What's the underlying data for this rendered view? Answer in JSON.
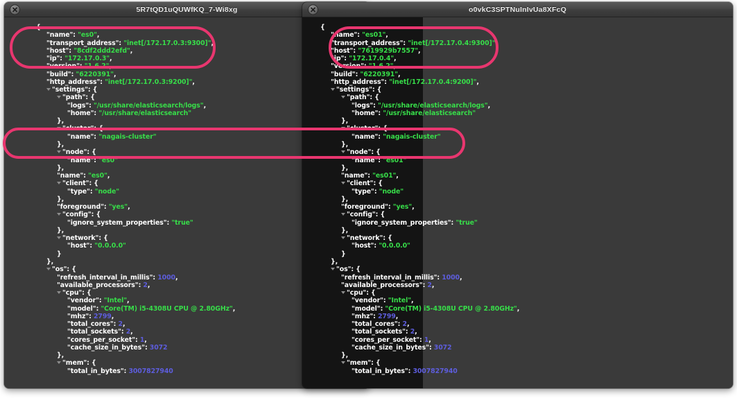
{
  "background_color": "#ffffff",
  "annotation_color": "#e8366f",
  "windows": [
    {
      "id": "left",
      "title": "5R7tQD1uQUWfKQ_7-Wi8xg",
      "close_icon": "close-icon",
      "lines": [
        {
          "indent": 0,
          "tri": false,
          "text": "{"
        },
        {
          "indent": 1,
          "tri": false,
          "html": "<span class=\"k\">\"name\"</span><span class=\"p\">: </span><span class=\"s\">\"es0\"</span><span class=\"p\">,</span>"
        },
        {
          "indent": 1,
          "tri": false,
          "html": "<span class=\"k\">\"transport_address\"</span><span class=\"p\">: </span><span class=\"s\">\"inet[/172.17.0.3:9300]\"</span><span class=\"p\">,</span>"
        },
        {
          "indent": 1,
          "tri": false,
          "html": "<span class=\"k\">\"host\"</span><span class=\"p\">: </span><span class=\"s\">\"8cdf2ddd2efd\"</span><span class=\"p\">,</span>"
        },
        {
          "indent": 1,
          "tri": false,
          "html": "<span class=\"k\">\"ip\"</span><span class=\"p\">: </span><span class=\"s\">\"172.17.0.3\"</span><span class=\"p\">,</span>"
        },
        {
          "indent": 1,
          "tri": false,
          "html": "<span class=\"k\">\"version\"</span><span class=\"p\">: </span><span class=\"s\">\"1.6.2\"</span><span class=\"p\">,</span>"
        },
        {
          "indent": 1,
          "tri": false,
          "html": "<span class=\"k\">\"build\"</span><span class=\"p\">: </span><span class=\"s\">\"6220391\"</span><span class=\"p\">,</span>"
        },
        {
          "indent": 1,
          "tri": false,
          "html": "<span class=\"k\">\"http_address\"</span><span class=\"p\">: </span><span class=\"s\">\"inet[/172.17.0.3:9200]\"</span><span class=\"p\">,</span>"
        },
        {
          "indent": 1,
          "tri": true,
          "html": "<span class=\"k\">\"settings\"</span><span class=\"p\">: {</span>"
        },
        {
          "indent": 2,
          "tri": true,
          "html": "<span class=\"k\">\"path\"</span><span class=\"p\">: {</span>"
        },
        {
          "indent": 3,
          "tri": false,
          "html": "<span class=\"k\">\"logs\"</span><span class=\"p\">: </span><span class=\"s\">\"/usr/share/elasticsearch/logs\"</span><span class=\"p\">,</span>"
        },
        {
          "indent": 3,
          "tri": false,
          "html": "<span class=\"k\">\"home\"</span><span class=\"p\">: </span><span class=\"s\">\"/usr/share/elasticsearch\"</span>"
        },
        {
          "indent": 2,
          "tri": false,
          "html": "<span class=\"p\">},</span>"
        },
        {
          "indent": 2,
          "tri": true,
          "html": "<span class=\"k\">\"cluster\"</span><span class=\"p\">: {</span>"
        },
        {
          "indent": 3,
          "tri": false,
          "html": "<span class=\"k\">\"name\"</span><span class=\"p\">: </span><span class=\"s\">\"nagais-cluster\"</span>"
        },
        {
          "indent": 2,
          "tri": false,
          "html": "<span class=\"p\">},</span>"
        },
        {
          "indent": 2,
          "tri": true,
          "html": "<span class=\"k\">\"node\"</span><span class=\"p\">: {</span>"
        },
        {
          "indent": 3,
          "tri": false,
          "html": "<span class=\"k\">\"name\"</span><span class=\"p\">: </span><span class=\"s\">\"es0\"</span>"
        },
        {
          "indent": 2,
          "tri": false,
          "html": "<span class=\"p\">},</span>"
        },
        {
          "indent": 2,
          "tri": false,
          "html": "<span class=\"k\">\"name\"</span><span class=\"p\">: </span><span class=\"s\">\"es0\"</span><span class=\"p\">,</span>"
        },
        {
          "indent": 2,
          "tri": true,
          "html": "<span class=\"k\">\"client\"</span><span class=\"p\">: {</span>"
        },
        {
          "indent": 3,
          "tri": false,
          "html": "<span class=\"k\">\"type\"</span><span class=\"p\">: </span><span class=\"s\">\"node\"</span>"
        },
        {
          "indent": 2,
          "tri": false,
          "html": "<span class=\"p\">},</span>"
        },
        {
          "indent": 2,
          "tri": false,
          "html": "<span class=\"k\">\"foreground\"</span><span class=\"p\">: </span><span class=\"s\">\"yes\"</span><span class=\"p\">,</span>"
        },
        {
          "indent": 2,
          "tri": true,
          "html": "<span class=\"k\">\"config\"</span><span class=\"p\">: {</span>"
        },
        {
          "indent": 3,
          "tri": false,
          "html": "<span class=\"k\">\"ignore_system_properties\"</span><span class=\"p\">: </span><span class=\"s\">\"true\"</span>"
        },
        {
          "indent": 2,
          "tri": false,
          "html": "<span class=\"p\">},</span>"
        },
        {
          "indent": 2,
          "tri": true,
          "html": "<span class=\"k\">\"network\"</span><span class=\"p\">: {</span>"
        },
        {
          "indent": 3,
          "tri": false,
          "html": "<span class=\"k\">\"host\"</span><span class=\"p\">: </span><span class=\"s\">\"0.0.0.0\"</span>"
        },
        {
          "indent": 2,
          "tri": false,
          "html": "<span class=\"p\">}</span>"
        },
        {
          "indent": 1,
          "tri": false,
          "html": "<span class=\"p\">},</span>"
        },
        {
          "indent": 1,
          "tri": true,
          "html": "<span class=\"k\">\"os\"</span><span class=\"p\">: {</span>"
        },
        {
          "indent": 2,
          "tri": false,
          "html": "<span class=\"k\">\"refresh_interval_in_millis\"</span><span class=\"p\">: </span><span class=\"n\">1000</span><span class=\"p\">,</span>"
        },
        {
          "indent": 2,
          "tri": false,
          "html": "<span class=\"k\">\"available_processors\"</span><span class=\"p\">: </span><span class=\"n\">2</span><span class=\"p\">,</span>"
        },
        {
          "indent": 2,
          "tri": true,
          "html": "<span class=\"k\">\"cpu\"</span><span class=\"p\">: {</span>"
        },
        {
          "indent": 3,
          "tri": false,
          "html": "<span class=\"k\">\"vendor\"</span><span class=\"p\">: </span><span class=\"s\">\"Intel\"</span><span class=\"p\">,</span>"
        },
        {
          "indent": 3,
          "tri": false,
          "html": "<span class=\"k\">\"model\"</span><span class=\"p\">: </span><span class=\"s\">\"Core(TM) i5-4308U CPU @ 2.80GHz\"</span><span class=\"p\">,</span>"
        },
        {
          "indent": 3,
          "tri": false,
          "html": "<span class=\"k\">\"mhz\"</span><span class=\"p\">: </span><span class=\"n\">2799</span><span class=\"p\">,</span>"
        },
        {
          "indent": 3,
          "tri": false,
          "html": "<span class=\"k\">\"total_cores\"</span><span class=\"p\">: </span><span class=\"n\">2</span><span class=\"p\">,</span>"
        },
        {
          "indent": 3,
          "tri": false,
          "html": "<span class=\"k\">\"total_sockets\"</span><span class=\"p\">: </span><span class=\"n\">2</span><span class=\"p\">,</span>"
        },
        {
          "indent": 3,
          "tri": false,
          "html": "<span class=\"k\">\"cores_per_socket\"</span><span class=\"p\">: </span><span class=\"n\">1</span><span class=\"p\">,</span>"
        },
        {
          "indent": 3,
          "tri": false,
          "html": "<span class=\"k\">\"cache_size_in_bytes\"</span><span class=\"p\">: </span><span class=\"n\">3072</span>"
        },
        {
          "indent": 2,
          "tri": false,
          "html": "<span class=\"p\">},</span>"
        },
        {
          "indent": 2,
          "tri": true,
          "html": "<span class=\"k\">\"mem\"</span><span class=\"p\">: {</span>"
        },
        {
          "indent": 3,
          "tri": false,
          "html": "<span class=\"k\">\"total_in_bytes\"</span><span class=\"p\">: </span><span class=\"n\">3007827940</span>"
        }
      ]
    },
    {
      "id": "right",
      "title": "o0vkC3SPTNuInIvUa8XFcQ",
      "close_icon": "close-icon",
      "lines": [
        {
          "indent": 0,
          "tri": false,
          "text": "{"
        },
        {
          "indent": 1,
          "tri": false,
          "html": "<span class=\"k\">\"name\"</span><span class=\"p\">: </span><span class=\"s\">\"es01\"</span><span class=\"p\">,</span>"
        },
        {
          "indent": 1,
          "tri": false,
          "html": "<span class=\"k\">\"transport_address\"</span><span class=\"p\">: </span><span class=\"s\">\"inet[/172.17.0.4:9300]\"</span><span class=\"p\">,</span>"
        },
        {
          "indent": 1,
          "tri": false,
          "html": "<span class=\"k\">\"host\"</span><span class=\"p\">: </span><span class=\"s\">\"7619929b7557\"</span><span class=\"p\">,</span>"
        },
        {
          "indent": 1,
          "tri": false,
          "html": "<span class=\"k\">\"ip\"</span><span class=\"p\">: </span><span class=\"s\">\"172.17.0.4\"</span><span class=\"p\">,</span>"
        },
        {
          "indent": 1,
          "tri": false,
          "html": "<span class=\"k\">\"version\"</span><span class=\"p\">: </span><span class=\"s\">\"1.6.2\"</span><span class=\"p\">,</span>"
        },
        {
          "indent": 1,
          "tri": false,
          "html": "<span class=\"k\">\"build\"</span><span class=\"p\">: </span><span class=\"s\">\"6220391\"</span><span class=\"p\">,</span>"
        },
        {
          "indent": 1,
          "tri": false,
          "html": "<span class=\"k\">\"http_address\"</span><span class=\"p\">: </span><span class=\"s\">\"inet[/172.17.0.4:9200]\"</span><span class=\"p\">,</span>"
        },
        {
          "indent": 1,
          "tri": true,
          "html": "<span class=\"k\">\"settings\"</span><span class=\"p\">: {</span>"
        },
        {
          "indent": 2,
          "tri": true,
          "html": "<span class=\"k\">\"path\"</span><span class=\"p\">: {</span>"
        },
        {
          "indent": 3,
          "tri": false,
          "html": "<span class=\"k\">\"logs\"</span><span class=\"p\">: </span><span class=\"s\">\"/usr/share/elasticsearch/logs\"</span><span class=\"p\">,</span>"
        },
        {
          "indent": 3,
          "tri": false,
          "html": "<span class=\"k\">\"home\"</span><span class=\"p\">: </span><span class=\"s\">\"/usr/share/elasticsearch\"</span>"
        },
        {
          "indent": 2,
          "tri": false,
          "html": "<span class=\"p\">},</span>"
        },
        {
          "indent": 2,
          "tri": true,
          "html": "<span class=\"k\">\"cluster\"</span><span class=\"p\">: {</span>"
        },
        {
          "indent": 3,
          "tri": false,
          "html": "<span class=\"k\">\"name\"</span><span class=\"p\">: </span><span class=\"s\">\"nagais-cluster\"</span>"
        },
        {
          "indent": 2,
          "tri": false,
          "html": "<span class=\"p\">},</span>"
        },
        {
          "indent": 2,
          "tri": true,
          "html": "<span class=\"k\">\"node\"</span><span class=\"p\">: {</span>"
        },
        {
          "indent": 3,
          "tri": false,
          "html": "<span class=\"k\">\"name\"</span><span class=\"p\">: </span><span class=\"s\">\"es01\"</span>"
        },
        {
          "indent": 2,
          "tri": false,
          "html": "<span class=\"p\">},</span>"
        },
        {
          "indent": 2,
          "tri": false,
          "html": "<span class=\"k\">\"name\"</span><span class=\"p\">: </span><span class=\"s\">\"es01\"</span><span class=\"p\">,</span>"
        },
        {
          "indent": 2,
          "tri": true,
          "html": "<span class=\"k\">\"client\"</span><span class=\"p\">: {</span>"
        },
        {
          "indent": 3,
          "tri": false,
          "html": "<span class=\"k\">\"type\"</span><span class=\"p\">: </span><span class=\"s\">\"node\"</span>"
        },
        {
          "indent": 2,
          "tri": false,
          "html": "<span class=\"p\">},</span>"
        },
        {
          "indent": 2,
          "tri": false,
          "html": "<span class=\"k\">\"foreground\"</span><span class=\"p\">: </span><span class=\"s\">\"yes\"</span><span class=\"p\">,</span>"
        },
        {
          "indent": 2,
          "tri": true,
          "html": "<span class=\"k\">\"config\"</span><span class=\"p\">: {</span>"
        },
        {
          "indent": 3,
          "tri": false,
          "html": "<span class=\"k\">\"ignore_system_properties\"</span><span class=\"p\">: </span><span class=\"s\">\"true\"</span>"
        },
        {
          "indent": 2,
          "tri": false,
          "html": "<span class=\"p\">},</span>"
        },
        {
          "indent": 2,
          "tri": true,
          "html": "<span class=\"k\">\"network\"</span><span class=\"p\">: {</span>"
        },
        {
          "indent": 3,
          "tri": false,
          "html": "<span class=\"k\">\"host\"</span><span class=\"p\">: </span><span class=\"s\">\"0.0.0.0\"</span>"
        },
        {
          "indent": 2,
          "tri": false,
          "html": "<span class=\"p\">}</span>"
        },
        {
          "indent": 1,
          "tri": false,
          "html": "<span class=\"p\">},</span>"
        },
        {
          "indent": 1,
          "tri": true,
          "html": "<span class=\"k\">\"os\"</span><span class=\"p\">: {</span>"
        },
        {
          "indent": 2,
          "tri": false,
          "html": "<span class=\"k\">\"refresh_interval_in_millis\"</span><span class=\"p\">: </span><span class=\"n\">1000</span><span class=\"p\">,</span>"
        },
        {
          "indent": 2,
          "tri": false,
          "html": "<span class=\"k\">\"available_processors\"</span><span class=\"p\">: </span><span class=\"n\">2</span><span class=\"p\">,</span>"
        },
        {
          "indent": 2,
          "tri": true,
          "html": "<span class=\"k\">\"cpu\"</span><span class=\"p\">: {</span>"
        },
        {
          "indent": 3,
          "tri": false,
          "html": "<span class=\"k\">\"vendor\"</span><span class=\"p\">: </span><span class=\"s\">\"Intel\"</span><span class=\"p\">,</span>"
        },
        {
          "indent": 3,
          "tri": false,
          "html": "<span class=\"k\">\"model\"</span><span class=\"p\">: </span><span class=\"s\">\"Core(TM) i5-4308U CPU @ 2.80GHz\"</span><span class=\"p\">,</span>"
        },
        {
          "indent": 3,
          "tri": false,
          "html": "<span class=\"k\">\"mhz\"</span><span class=\"p\">: </span><span class=\"n\">2799</span><span class=\"p\">,</span>"
        },
        {
          "indent": 3,
          "tri": false,
          "html": "<span class=\"k\">\"total_cores\"</span><span class=\"p\">: </span><span class=\"n\">2</span><span class=\"p\">,</span>"
        },
        {
          "indent": 3,
          "tri": false,
          "html": "<span class=\"k\">\"total_sockets\"</span><span class=\"p\">: </span><span class=\"n\">2</span><span class=\"p\">,</span>"
        },
        {
          "indent": 3,
          "tri": false,
          "html": "<span class=\"k\">\"cores_per_socket\"</span><span class=\"p\">: </span><span class=\"n\">1</span><span class=\"p\">,</span>"
        },
        {
          "indent": 3,
          "tri": false,
          "html": "<span class=\"k\">\"cache_size_in_bytes\"</span><span class=\"p\">: </span><span class=\"n\">3072</span>"
        },
        {
          "indent": 2,
          "tri": false,
          "html": "<span class=\"p\">},</span>"
        },
        {
          "indent": 2,
          "tri": true,
          "html": "<span class=\"k\">\"mem\"</span><span class=\"p\">: {</span>"
        },
        {
          "indent": 3,
          "tri": false,
          "html": "<span class=\"k\">\"total_in_bytes\"</span><span class=\"p\">: </span><span class=\"n\">3007827940</span>"
        }
      ]
    }
  ],
  "annotations": [
    {
      "name": "highlight-oval-node-identity-left",
      "target": "left window: name / transport_address / host / ip"
    },
    {
      "name": "highlight-oval-node-identity-right",
      "target": "right window: name / transport_address / host / ip"
    },
    {
      "name": "highlight-oval-cluster-name",
      "target": "both windows: settings.cluster.name = nagais-cluster"
    }
  ]
}
